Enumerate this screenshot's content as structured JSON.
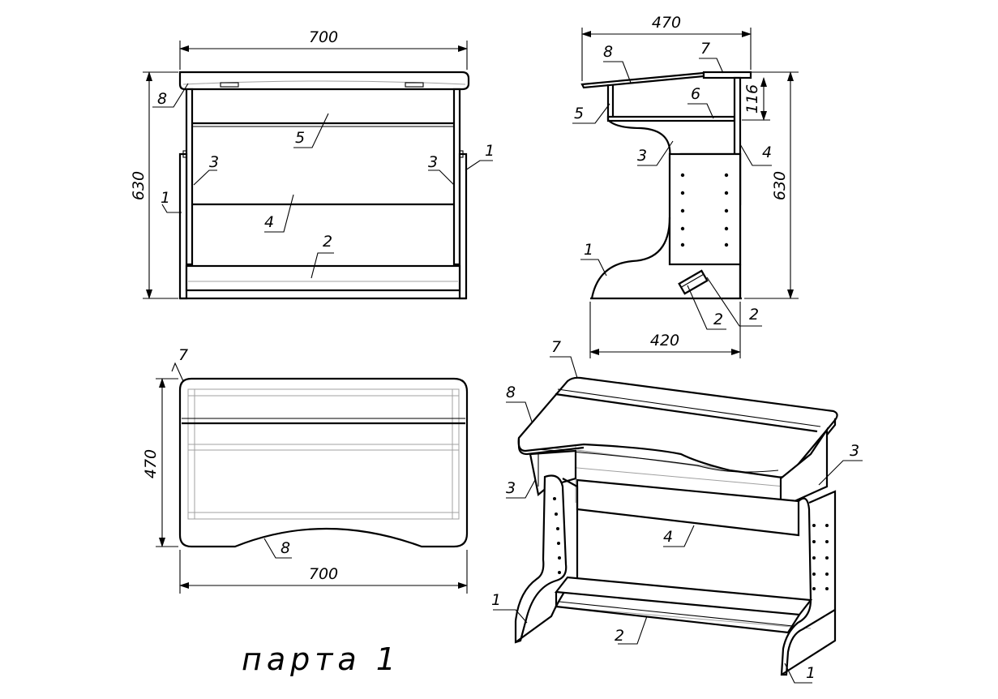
{
  "drawing": {
    "title": "парта 1",
    "front_view": {
      "width_dim": "700",
      "height_dim": "630",
      "callouts": [
        "8",
        "5",
        "3",
        "3",
        "1",
        "1",
        "4",
        "2"
      ]
    },
    "side_view": {
      "depth_top_dim": "470",
      "depth_bottom_dim": "420",
      "height_dim": "630",
      "shelf_dim": "116",
      "callouts": [
        "8",
        "7",
        "5",
        "6",
        "3",
        "4",
        "1",
        "2",
        "2"
      ]
    },
    "top_view": {
      "width_dim": "700",
      "depth_dim": "470",
      "callouts": [
        "7",
        "8"
      ]
    },
    "iso_view": {
      "callouts": [
        "7",
        "8",
        "3",
        "3",
        "4",
        "1",
        "2",
        "1"
      ]
    }
  }
}
